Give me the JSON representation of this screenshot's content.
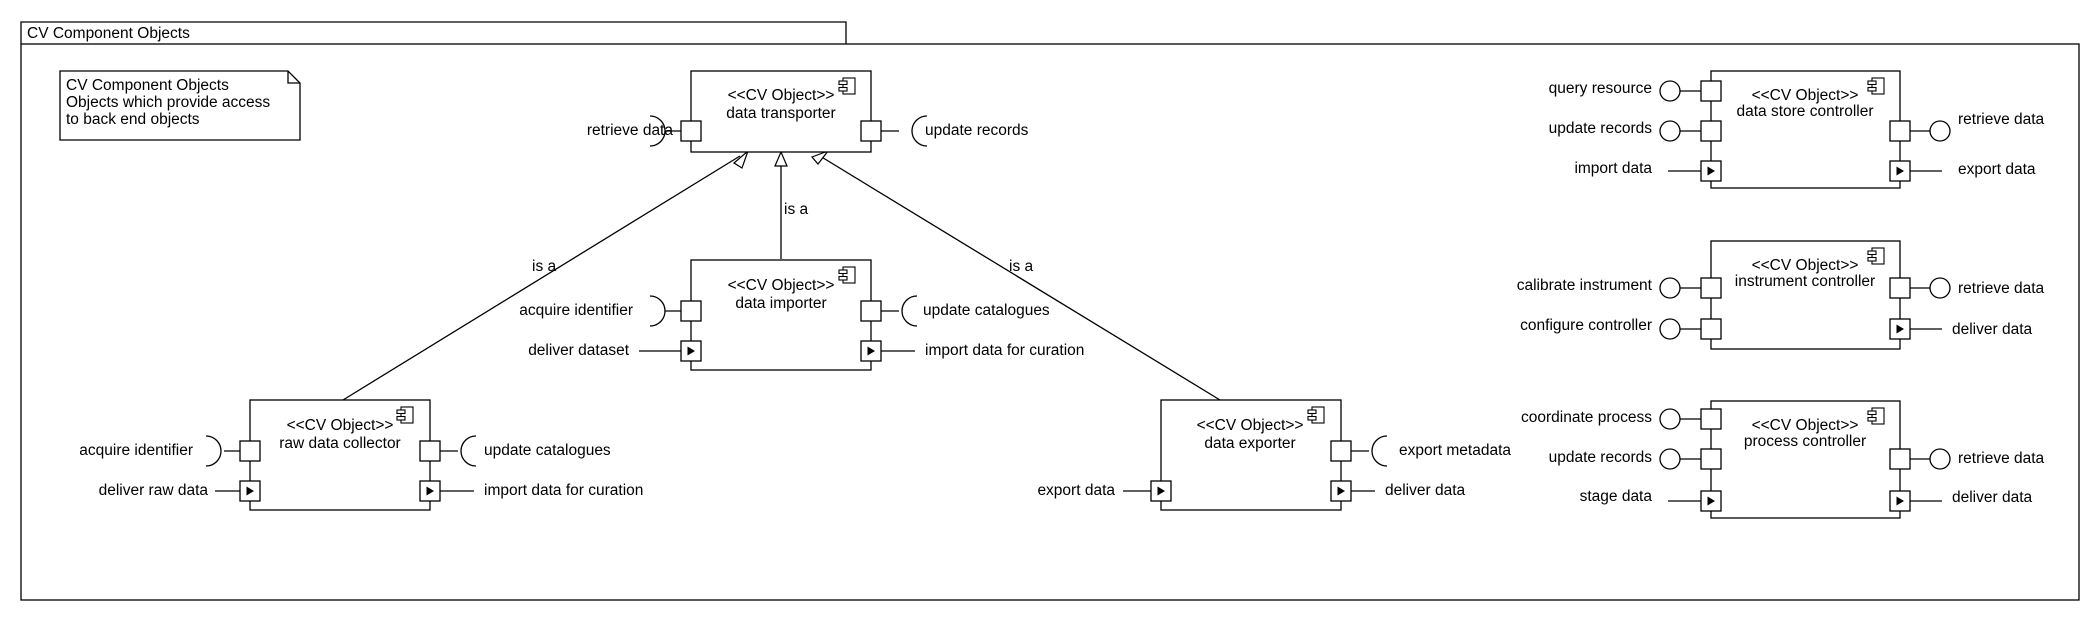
{
  "frame": {
    "title": "CV Component Objects"
  },
  "note": {
    "lines": [
      "CV Component Objects",
      "Objects which provide access",
      "to back end objects"
    ]
  },
  "stereotype": "<<CV Object>>",
  "components": {
    "data_transporter": {
      "name": "data transporter",
      "ports": {
        "retrieve_data": "retrieve data",
        "update_records": "update records"
      }
    },
    "data_importer": {
      "name": "data importer",
      "ports": {
        "acquire_identifier": "acquire identifier",
        "deliver_dataset": "deliver dataset",
        "update_catalogues": "update catalogues",
        "import_for_curation": "import data for curation"
      }
    },
    "raw_data_collector": {
      "name": "raw data collector",
      "ports": {
        "acquire_identifier": "acquire identifier",
        "deliver_raw_data": "deliver raw data",
        "update_catalogues": "update catalogues",
        "import_for_curation": "import data for curation"
      }
    },
    "data_exporter": {
      "name": "data exporter",
      "ports": {
        "export_data": "export data",
        "export_metadata": "export metadata",
        "deliver_data": "deliver data"
      }
    },
    "data_store_controller": {
      "name": "data store controller",
      "ports": {
        "query_resource": "query resource",
        "update_records": "update records",
        "import_data": "import data",
        "retrieve_data": "retrieve data",
        "export_data": "export data"
      }
    },
    "instrument_controller": {
      "name": "instrument controller",
      "ports": {
        "calibrate_instrument": "calibrate instrument",
        "configure_controller": "configure controller",
        "retrieve_data": "retrieve data",
        "deliver_data": "deliver data"
      }
    },
    "process_controller": {
      "name": "process controller",
      "ports": {
        "coordinate_process": "coordinate process",
        "update_records": "update records",
        "stage_data": "stage data",
        "retrieve_data": "retrieve data",
        "deliver_data": "deliver data"
      }
    }
  },
  "relations": {
    "is_a": "is a"
  }
}
